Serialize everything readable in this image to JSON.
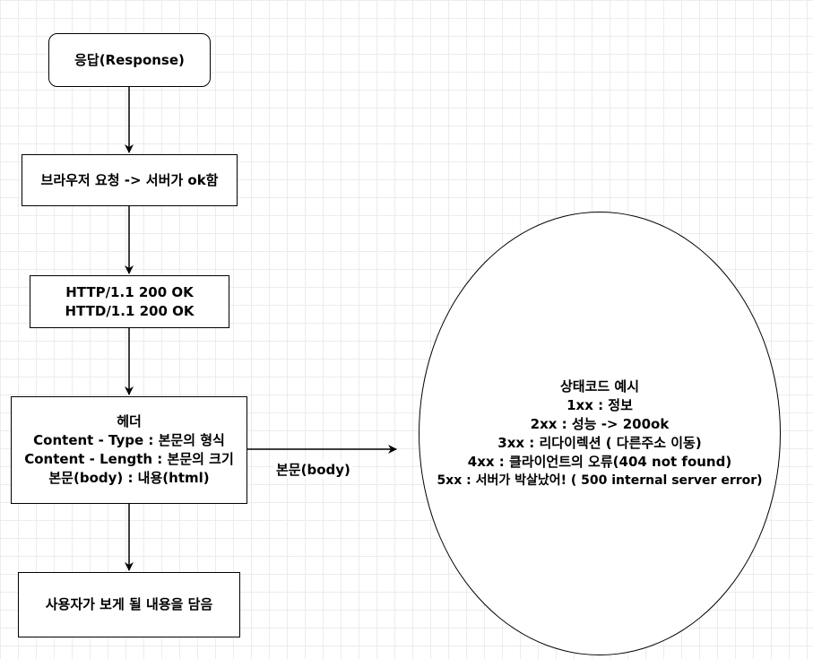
{
  "nodes": {
    "response": {
      "label": "응답(Response)"
    },
    "browser_request": {
      "label": "브라우저 요청 -> 서버가 ok함"
    },
    "status_line": {
      "lines": [
        "HTTP/1.1 200 OK",
        "HTTD/1.1 200 OK"
      ]
    },
    "header": {
      "lines": [
        "헤더",
        "Content - Type : 본문의 형식",
        "Content - Length : 본문의 크기",
        "본문(body) : 내용(html)"
      ]
    },
    "body_content": {
      "label": "사용자가 보게 될 내용을 담음"
    },
    "status_codes": {
      "lines": [
        "상태코드 예시",
        "1xx : 정보",
        "2xx : 성능 -> 200ok",
        "3xx : 리다이렉션 ( 다른주소 이동)",
        "4xx : 클라이언트의 오류(404 not found)",
        "5xx : 서버가 박살났어! ( 500 internal server error)"
      ]
    }
  },
  "edges": {
    "header_to_status": {
      "label": "본문(body)"
    }
  },
  "colors": {
    "stroke": "#000000",
    "fill": "#ffffff",
    "grid": "#ececec"
  }
}
